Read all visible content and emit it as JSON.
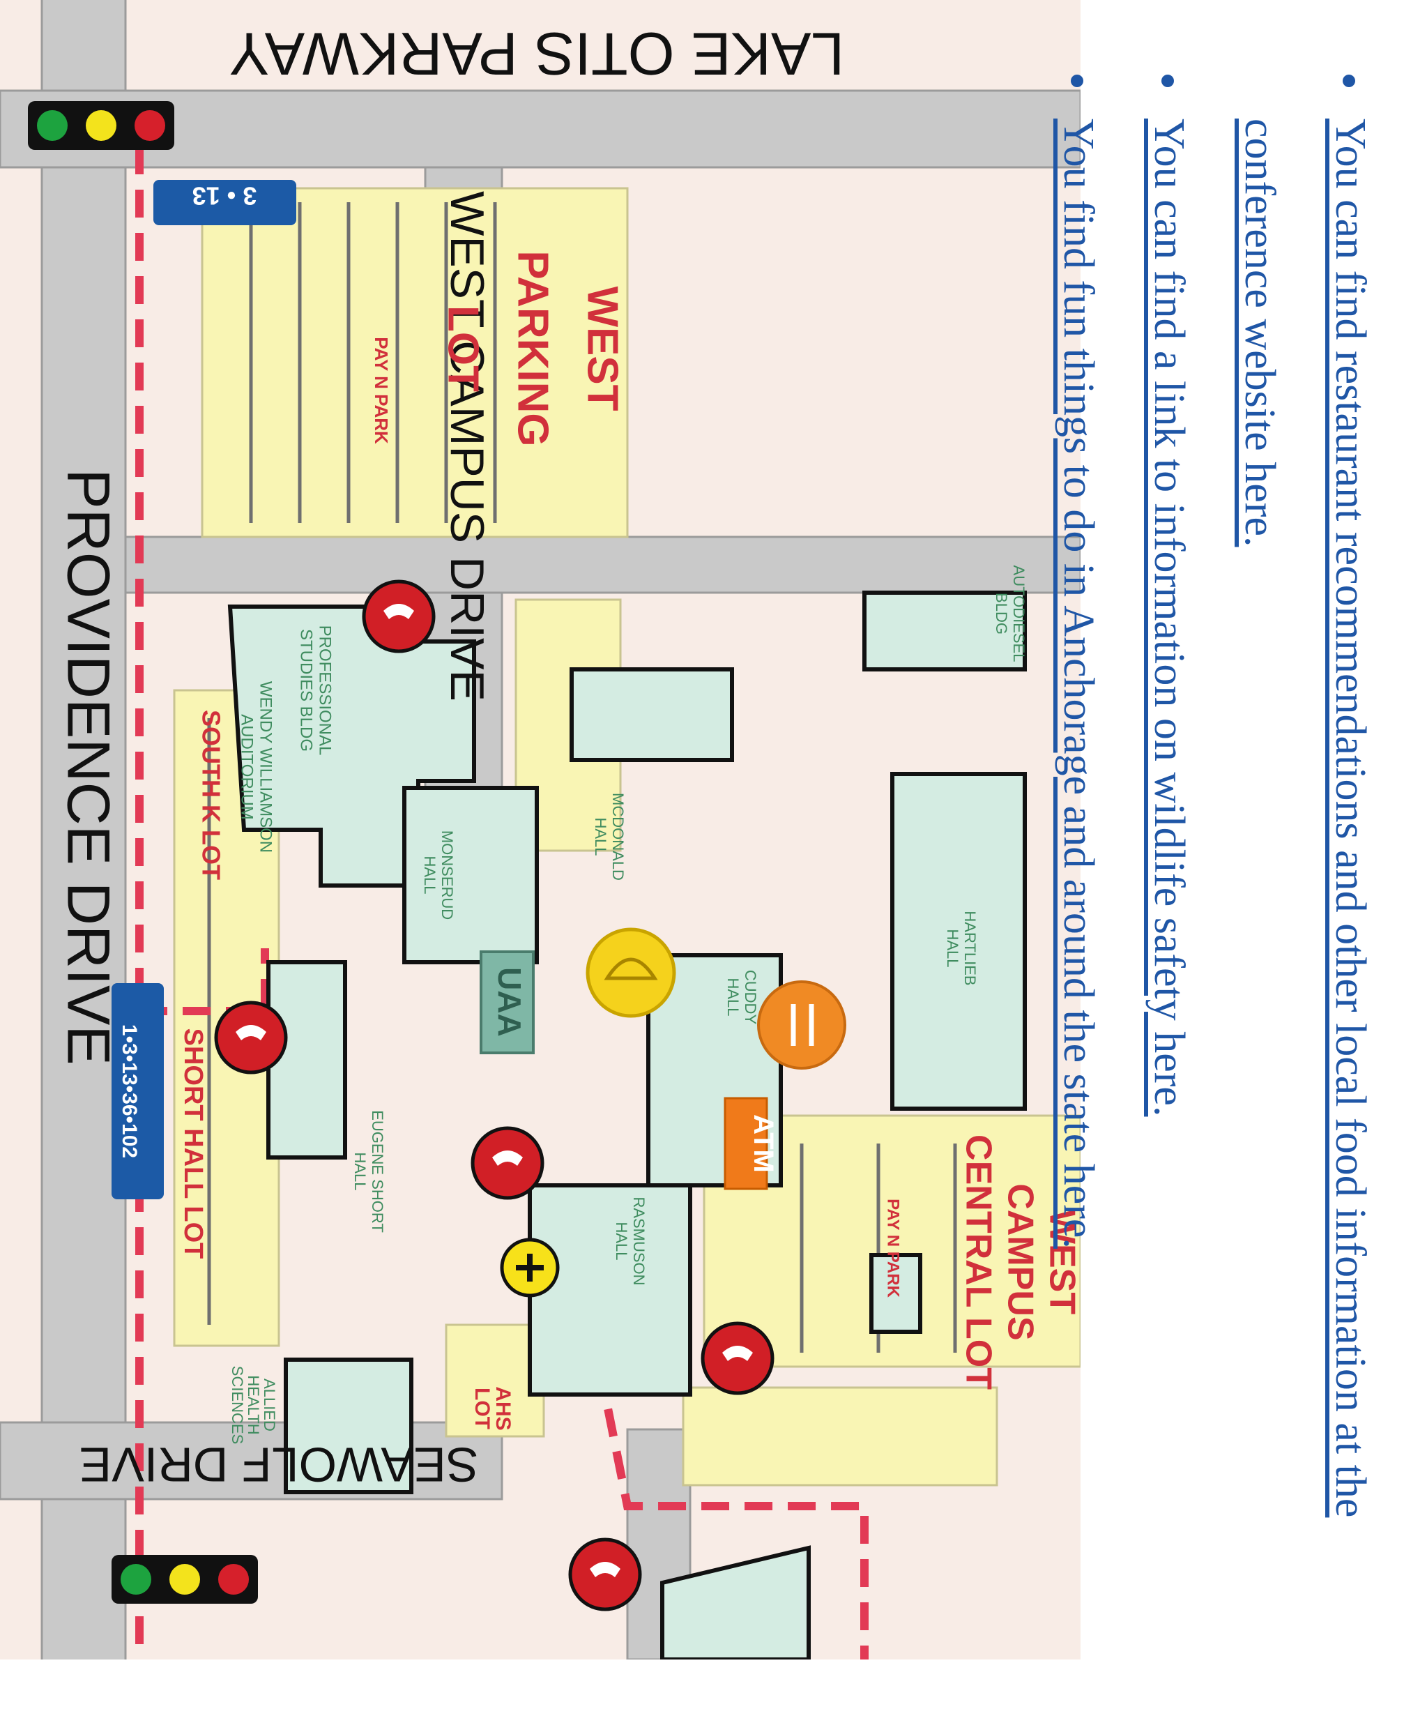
{
  "map": {
    "streets": {
      "lake_otis": "LAKE OTIS PARKWAY",
      "providence": "PROVIDENCE DRIVE",
      "seawolf": "SEAWOLF DRIVE",
      "west_campus": "WEST CAMPUS DRIVE"
    },
    "lots": {
      "west_parking": [
        "WEST",
        "PARKING",
        "LOT"
      ],
      "pay_n_park_1": "PAY N PARK",
      "south_k": "SOUTH K LOT",
      "short_hall": "SHORT HALL LOT",
      "west_campus_central": [
        "WEST",
        "CAMPUS",
        "CENTRAL LOT"
      ],
      "pay_n_park_2": "PAY N PARK",
      "ahs": [
        "AHS",
        "LOT"
      ]
    },
    "buildings": {
      "autodiesel": [
        "AUTODIESEL",
        "BLDG"
      ],
      "professional": [
        "PROFESSIONAL",
        "STUDIES BLDG"
      ],
      "wendy": [
        "WENDY WILLIAMSON",
        "AUDITORIUM"
      ],
      "mcdonald": [
        "MCDONALD",
        "HALL"
      ],
      "monserud": [
        "MONSERUD",
        "HALL"
      ],
      "cuddy": [
        "CUDDY",
        "HALL"
      ],
      "hartlieb": [
        "HARTLIEB",
        "HALL"
      ],
      "eugene_short": [
        "EUGENE SHORT",
        "HALL"
      ],
      "rasmuson": [
        "RASMUSON",
        "HALL"
      ],
      "allied": [
        "ALLIED",
        "HEALTH",
        "SCIENCES"
      ]
    },
    "bus_signs": {
      "top": "3 • 13",
      "mid": "1•3•13•36•102"
    },
    "uaa_sign": "UAA",
    "atm": "ATM"
  },
  "links": [
    {
      "prefix": "",
      "link": "You can find restaurant recommendations and other local food information at the conference website here.",
      "suffix": ""
    },
    {
      "prefix": "",
      "link": "You can find a link to information on wildlife safety here.",
      "suffix": ""
    },
    {
      "prefix": "",
      "link": "You find fun things to do in Anchorage and around the state here.",
      "suffix": ""
    }
  ],
  "colors": {
    "background": "#f8ece6",
    "road": "#c8c8c8",
    "parking": "#f9f5b4",
    "building": "#d4ece2",
    "bus_route": "#e23a55",
    "link": "#1f56a6"
  }
}
